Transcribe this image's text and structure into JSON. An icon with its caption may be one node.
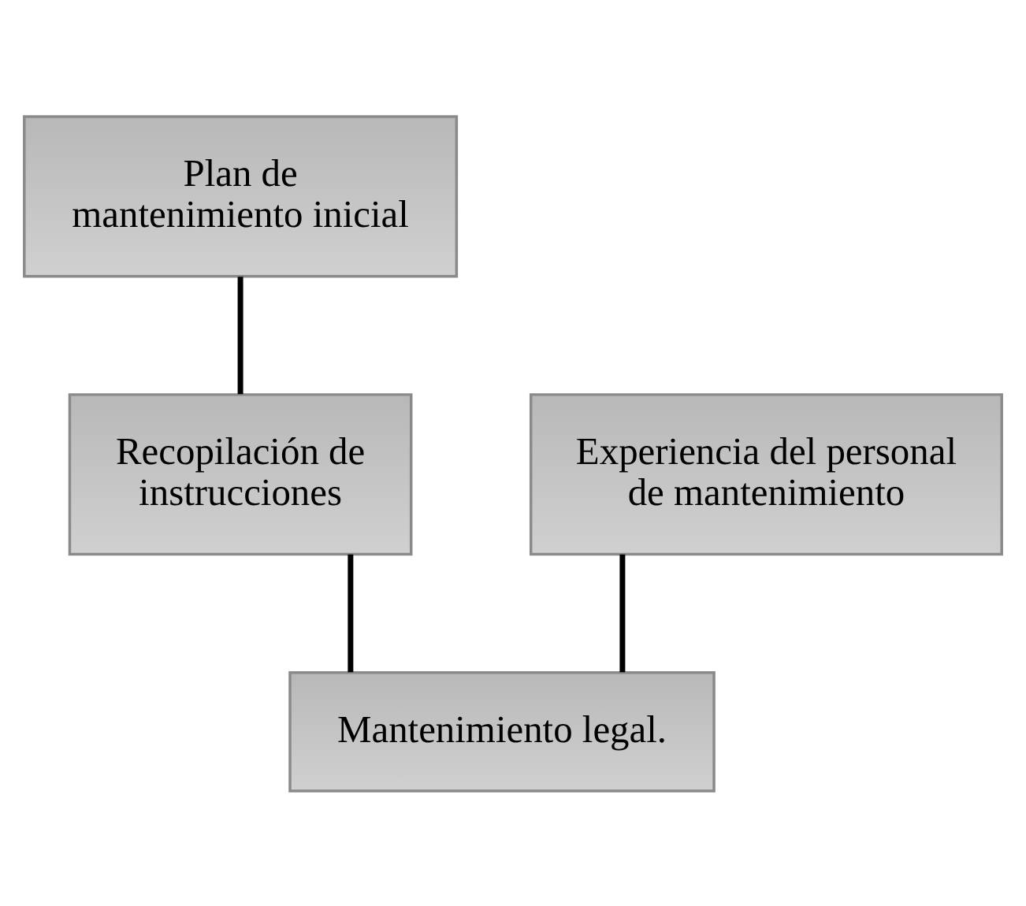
{
  "diagram": {
    "nodes": [
      {
        "text": [
          "Plan de mantenimiento inicial"
        ]
      },
      {
        "text": [
          "Recopilación de instrucciones"
        ]
      },
      {
        "text": [
          "Experiencia del personal de mantenimiento"
        ]
      },
      {
        "text": [
          "Mantenimiento legal."
        ]
      }
    ],
    "edges": [
      {
        "from": 0,
        "to": 1,
        "arrow": "none"
      },
      {
        "from": 1,
        "to": 3,
        "arrow": "none"
      },
      {
        "from": 2,
        "to": 3,
        "arrow": "none"
      }
    ]
  }
}
